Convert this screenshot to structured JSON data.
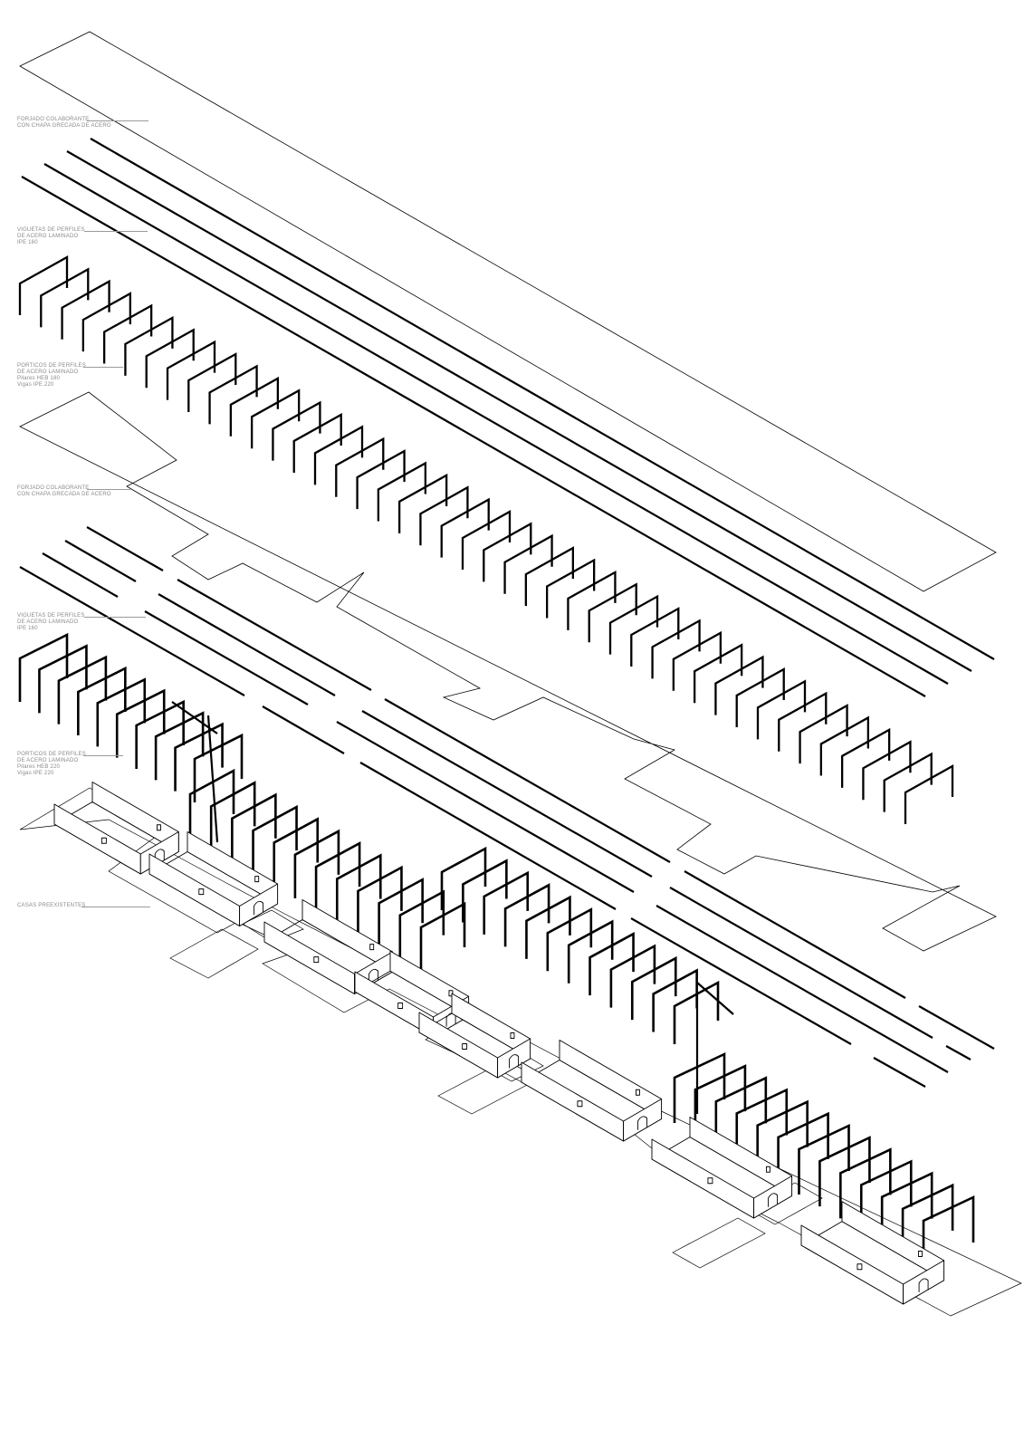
{
  "labels": {
    "upper_slab": [
      "FORJADO COLABORANTE",
      "CON CHAPA GRECADA DE ACERO"
    ],
    "upper_joists": [
      "VIGUETAS DE PERFILES",
      "DE ACERO LAMINADO",
      "IPE 160"
    ],
    "upper_frames": [
      "PORTICOS DE PERFILES",
      "DE ACERO LAMINADO",
      "Pilares HEB 180",
      "Vigas IPE 220"
    ],
    "lower_slab": [
      "FORJADO COLABORANTE",
      "CON CHAPA GRECADA DE ACERO"
    ],
    "lower_joists": [
      "VIGUETAS DE PERFILES",
      "DE ACERO LAMINADO",
      "IPE 160"
    ],
    "lower_frames": [
      "PORTICOS DE PERFILES",
      "DE ACERO LAMINADO",
      "Pilares HEB 220",
      "Vigas IPE 220"
    ],
    "houses": [
      "CASAS PREEXISTENTES"
    ]
  },
  "colors": {
    "line": "#000000",
    "label": "#8a8a8a",
    "background": "#ffffff"
  }
}
